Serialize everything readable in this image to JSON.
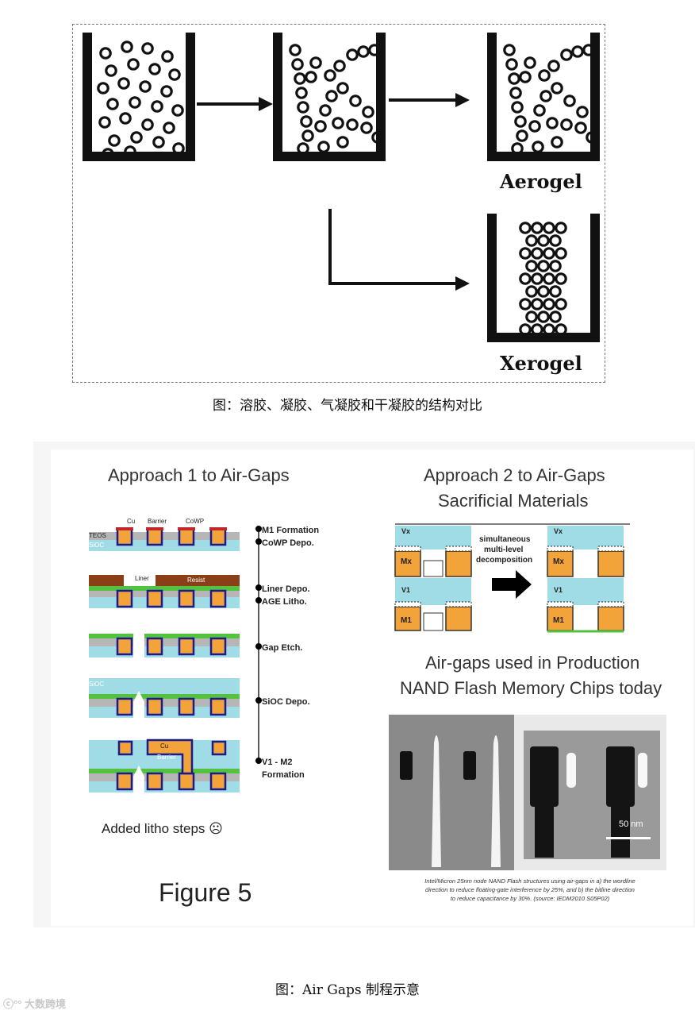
{
  "figure1": {
    "aerogel_label": "Aerogel",
    "xerogel_label": "Xerogel",
    "caption": "图：溶胶、凝胶、气凝胶和干凝胶的结构对比"
  },
  "figure2": {
    "approach1_title": "Approach 1 to Air-Gaps",
    "approach2_title_line1": "Approach 2 to Air-Gaps",
    "approach2_title_line2": "Sacrificial Materials",
    "labels": {
      "cu": "Cu",
      "barrier": "Barrier",
      "cowp": "CoWP",
      "teos": "TEOS",
      "sioc": "SiOC",
      "liner": "Liner",
      "resist": "Resist",
      "sioc2": "SiOC",
      "cu2": "Cu",
      "barrier2": "Barrier"
    },
    "steps": [
      "M1 Formation",
      "CoWP Depo.",
      "Liner Depo.",
      "AGE Litho.",
      "Gap Etch.",
      "SiOC Depo.",
      "V1 - M2",
      "Formation"
    ],
    "added_litho": "Added litho steps ☹",
    "figure_label": "Figure 5",
    "approach2": {
      "vx": "Vx",
      "mx": "Mx",
      "v1": "V1",
      "m1": "M1",
      "arrow_text_line1": "simultaneous",
      "arrow_text_line2": "multi-level",
      "arrow_text_line3": "decomposition"
    },
    "production_title_line1": "Air-gaps used in Production",
    "production_title_line2": "NAND Flash Memory Chips today",
    "scale_label": "50 nm",
    "note_line1": "Intel/Micron 25nm node NAND Flash structures using air-gaps in a) the wordline",
    "note_line2": "direction to reduce floating-gate interference by 25%, and b) the bitline direction",
    "note_line3": "to reduce capacitance by 30%. (source: IEDM2010 S05P02)"
  },
  "caption2": "图：Air Gaps 制程示意",
  "watermark": "大数跨境"
}
